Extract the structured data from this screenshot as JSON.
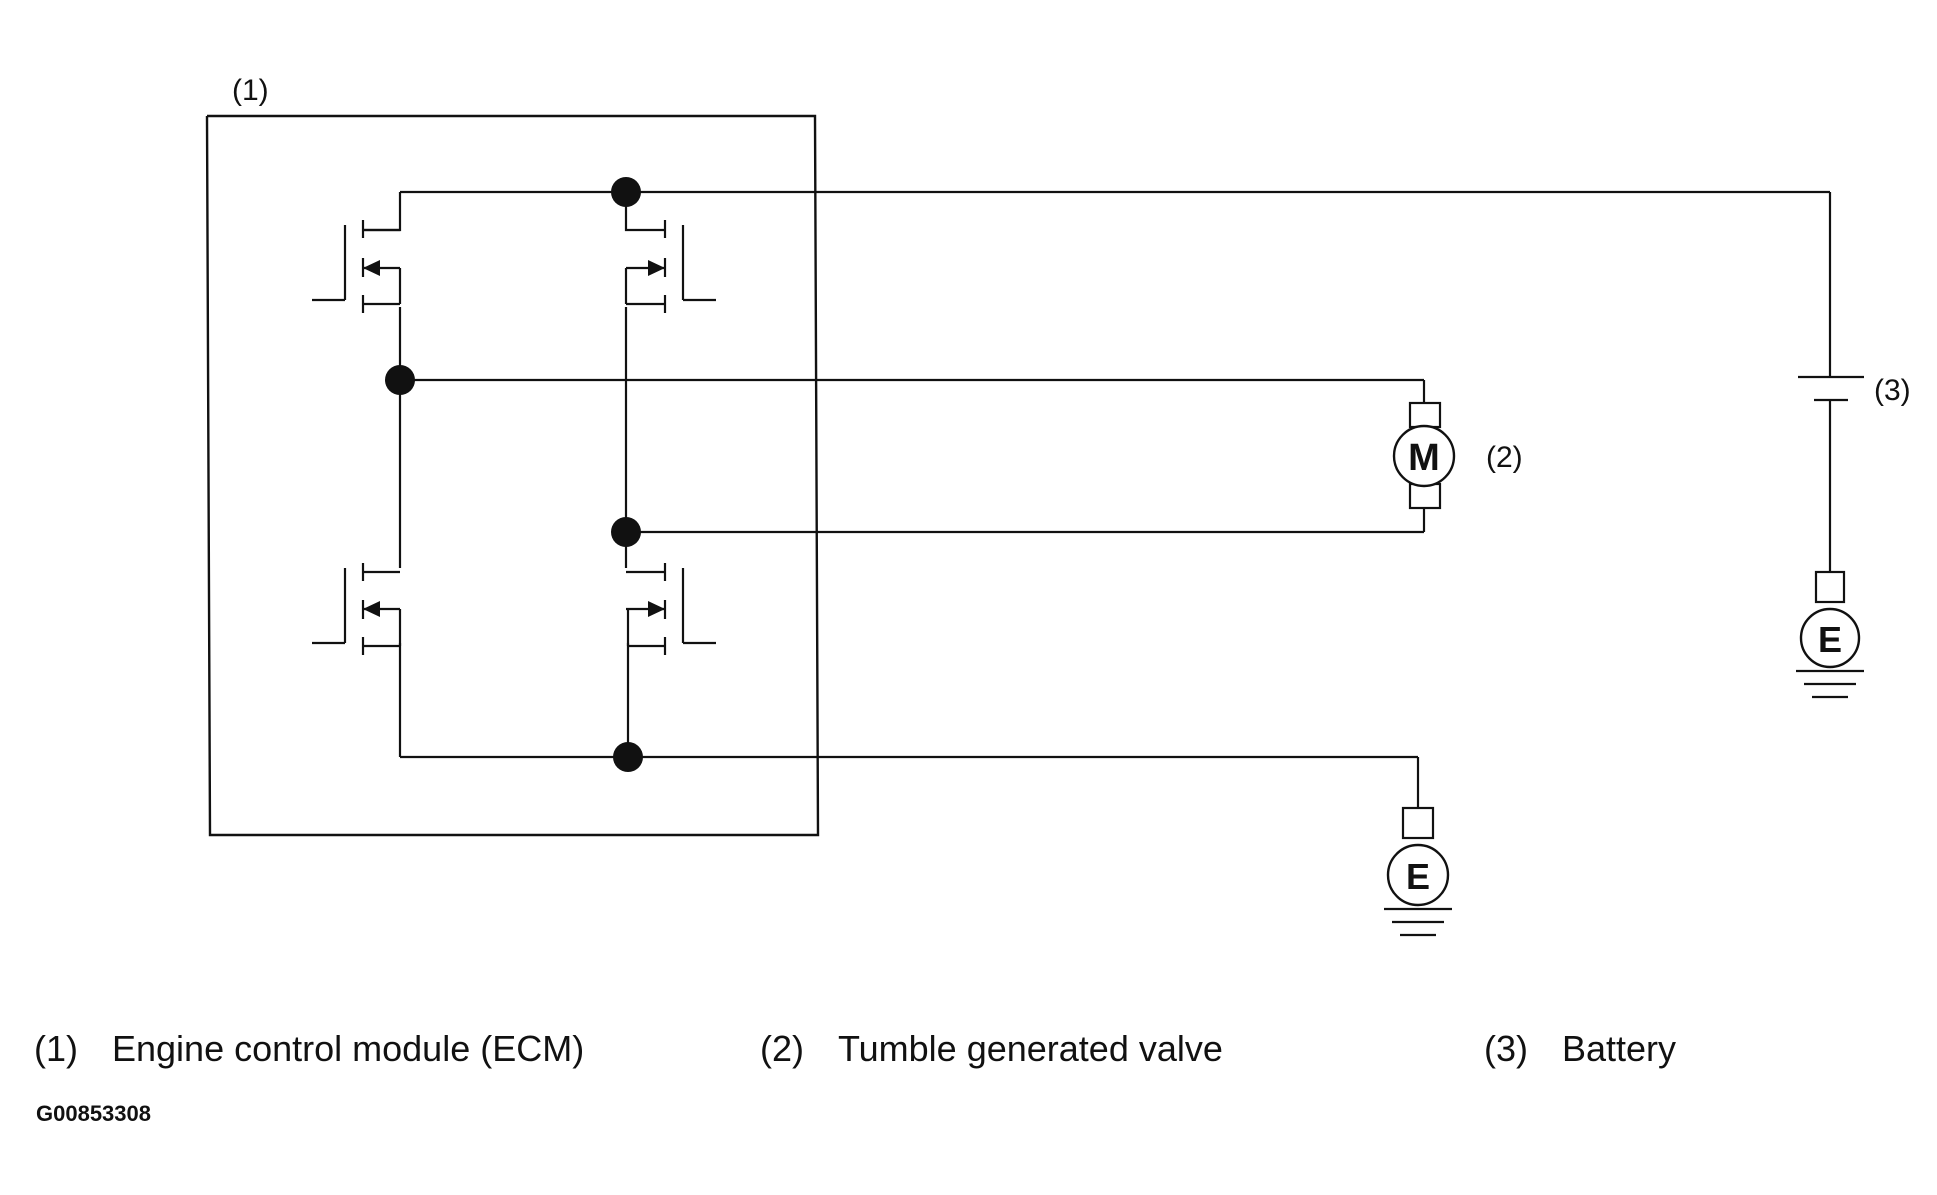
{
  "labels": {
    "ecm_callout": "(1)",
    "valve_callout": "(2)",
    "battery_callout": "(3)",
    "motor_symbol": "M",
    "ground_symbol": "E"
  },
  "legend": [
    {
      "number": "(1)",
      "text": "Engine control module (ECM)"
    },
    {
      "number": "(2)",
      "text": "Tumble generated valve"
    },
    {
      "number": "(3)",
      "text": "Battery"
    }
  ],
  "figure_code": "G00853308"
}
